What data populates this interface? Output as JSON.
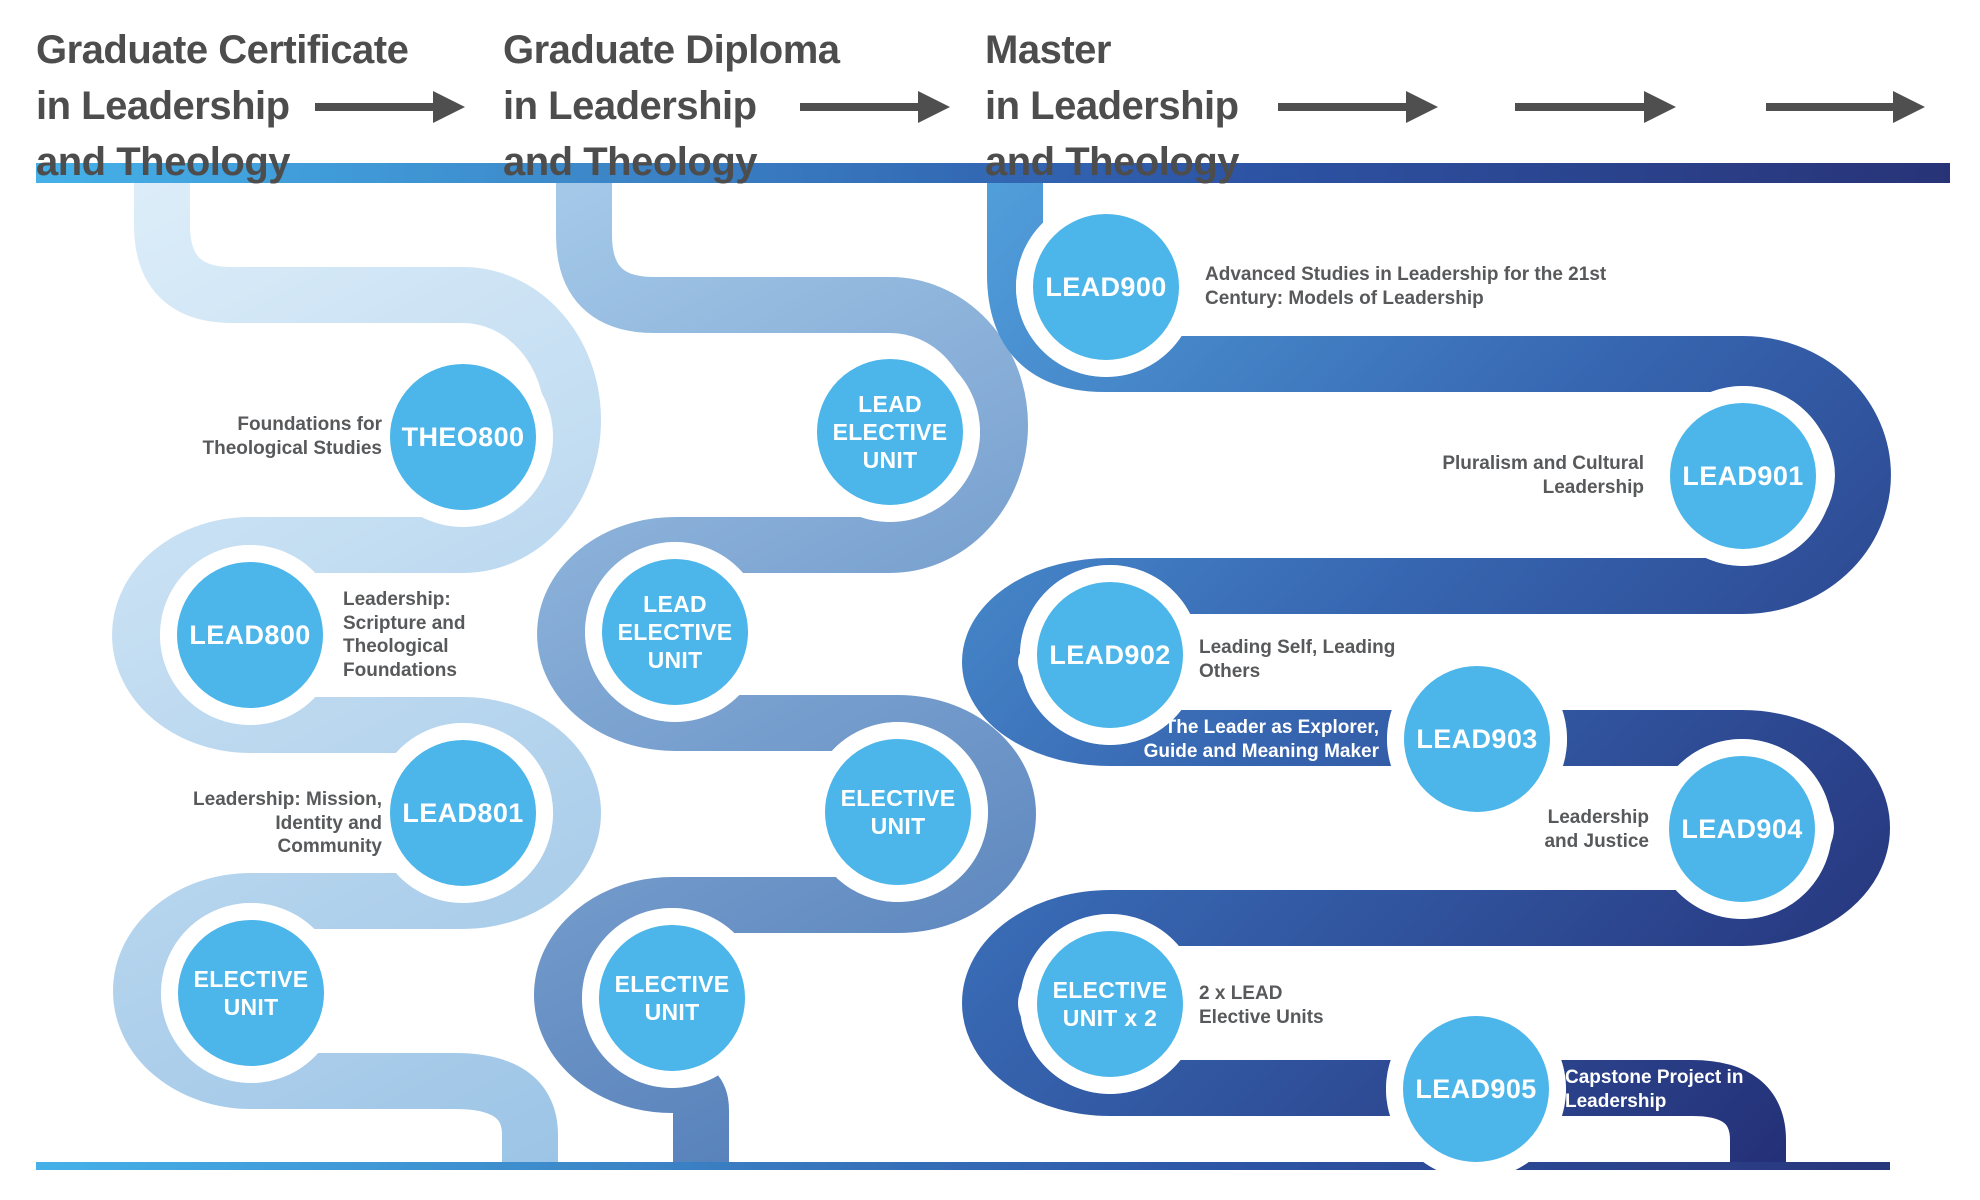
{
  "programs": {
    "certificate": {
      "title": "Graduate Certificate\nin Leadership\nand Theology"
    },
    "diploma": {
      "title": "Graduate Diploma\nin Leadership\nand Theology"
    },
    "master": {
      "title": "Master\nin Leadership\nand Theology"
    }
  },
  "nodes": {
    "theo800": {
      "code": "THEO800",
      "label": "Foundations for\nTheological Studies"
    },
    "lead800": {
      "code": "LEAD800",
      "label": "Leadership:\nScripture and\nTheological\nFoundations"
    },
    "lead801": {
      "code": "LEAD801",
      "label": "Leadership: Mission,\nIdentity and\nCommunity"
    },
    "elective_cert": {
      "code": "ELECTIVE\nUNIT"
    },
    "lead_elective_1": {
      "code": "LEAD\nELECTIVE\nUNIT"
    },
    "lead_elective_2": {
      "code": "LEAD\nELECTIVE\nUNIT"
    },
    "elective_dip_1": {
      "code": "ELECTIVE\nUNIT"
    },
    "elective_dip_2": {
      "code": "ELECTIVE\nUNIT"
    },
    "lead900": {
      "code": "LEAD900",
      "label": "Advanced Studies in Leadership for the 21st\nCentury: Models of Leadership"
    },
    "lead901": {
      "code": "LEAD901",
      "label": "Pluralism and Cultural\nLeadership"
    },
    "lead902": {
      "code": "LEAD902",
      "label": "Leading Self, Leading\nOthers"
    },
    "lead903": {
      "code": "LEAD903",
      "label": "The Leader as Explorer,\nGuide and Meaning Maker"
    },
    "lead904": {
      "code": "LEAD904",
      "label": "Leadership\nand Justice"
    },
    "elective_x2": {
      "code": "ELECTIVE\nUNIT x 2",
      "label": "2 x LEAD\nElective Units"
    },
    "lead905": {
      "code": "LEAD905",
      "label": "Capstone Project in\nLeadership"
    }
  },
  "colors": {
    "node_fill": "#4cb5e9",
    "heading_text": "#4d4d4d",
    "label_text": "#58595b",
    "arrow": "#4f4f4f",
    "path_light_start": "#dcedf9",
    "path_light_end": "#9cc4e6",
    "path_mid_start": "#a3c8e8",
    "path_mid_end": "#4e78b5",
    "path_dark_start": "#51a0dc",
    "path_dark_end": "#232d74",
    "bar_start": "#45b1e8",
    "bar_end": "#283377"
  }
}
